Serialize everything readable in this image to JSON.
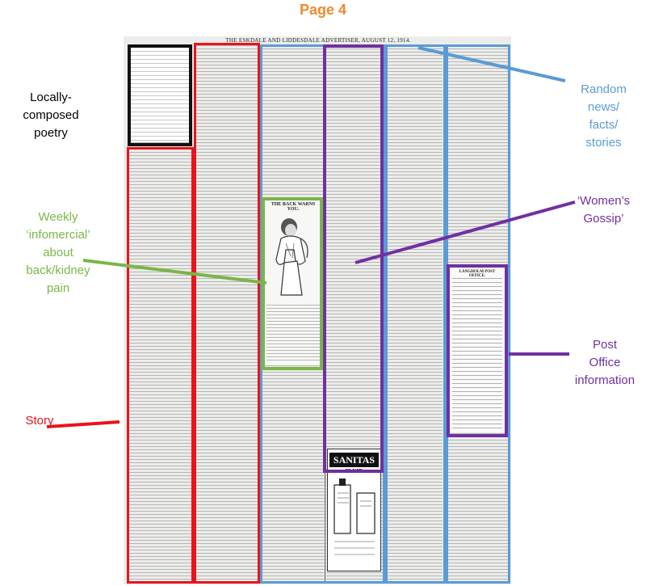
{
  "page_title": "Page 4",
  "newspaper": {
    "masthead": "THE ESKDALE AND LIDDESDALE ADVERTISER, AUGUST 12, 1914.",
    "ad_back": {
      "heading": "THE BACK WARNS YOU."
    },
    "ad_sanitas": {
      "brand": "SANITAS",
      "sub": "FLUID"
    },
    "post_office": {
      "heading": "LANGHOLM POST OFFICE."
    }
  },
  "annotations": [
    {
      "key": "poetry",
      "color": "#111111",
      "lines": [
        "Locally-",
        "composed",
        "poetry"
      ]
    },
    {
      "key": "infomercial",
      "color": "#7ab648",
      "lines": [
        "Weekly",
        "‘infomercial’",
        "about",
        "back/kidney",
        "pain"
      ]
    },
    {
      "key": "story",
      "color": "#e8141c",
      "lines": [
        "Story"
      ]
    },
    {
      "key": "random",
      "color": "#5b9bd5",
      "lines": [
        "Random",
        "news/",
        "facts/",
        "stories"
      ]
    },
    {
      "key": "gossip",
      "color": "#7030a0",
      "lines": [
        "‘Women’s",
        "Gossip’"
      ]
    },
    {
      "key": "post_office",
      "color": "#7030a0",
      "lines": [
        "Post",
        "Office",
        "information"
      ]
    }
  ]
}
